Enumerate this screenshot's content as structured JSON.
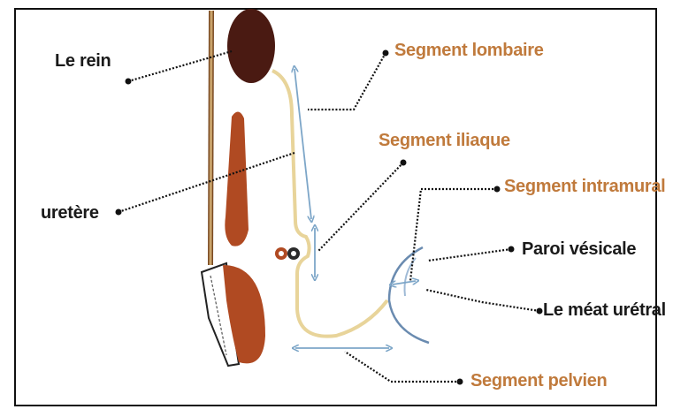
{
  "labels": {
    "rein": "Le rein",
    "uretere": "uretère",
    "segment_lombaire": "Segment lombaire",
    "segment_iliaque": "Segment iliaque",
    "segment_intramural": "Segment intramural",
    "paroi_vesicale": "Paroi vésicale",
    "meat_uretral": "Le méat urétral",
    "segment_pelvien": "Segment pelvien"
  },
  "colors": {
    "label_dark": "#1a1a1a",
    "label_orange": "#c07a3c",
    "kidney": "#4a1a12",
    "organ": "#b04a22",
    "ureter": "#e8d49a",
    "arrow": "#7da6c8",
    "border": "#111111"
  }
}
